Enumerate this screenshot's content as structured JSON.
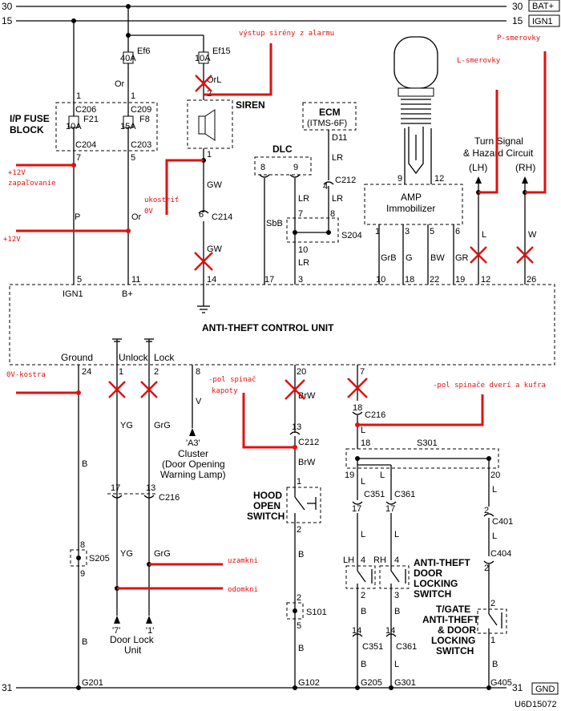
{
  "rails": {
    "left_num_30": "30",
    "left_num_15": "15",
    "right_num_30": "30",
    "right_num_15": "15",
    "bat": "BAT+",
    "ign": "IGN1",
    "gnd_left": "31",
    "gnd_right": "31",
    "gnd_label": "GND"
  },
  "fuses": {
    "ef6": "Ef6",
    "ef6_amp": "40A",
    "ef15": "Ef15",
    "ef15_amp": "10A",
    "f21": "F21",
    "f21_amp": "10A",
    "f8": "F8",
    "f8_amp": "15A",
    "block_line1": "I/P FUSE",
    "block_line2": "BLOCK"
  },
  "connectors": {
    "c206": "C206",
    "c209": "C209",
    "c204": "C204",
    "c203": "C203",
    "c214": "C214",
    "c212a": "C212",
    "c212b": "C212",
    "s204": "S204",
    "c216a": "C216",
    "c216b": "C216",
    "s301": "S301",
    "c351a": "C351",
    "c361a": "C361",
    "c351b": "C351",
    "c361b": "C361",
    "c401": "C401",
    "c404": "C404",
    "s205": "S205",
    "s101": "S101",
    "g201": "G201",
    "g102": "G102",
    "g205": "G205",
    "g301": "G301",
    "g405": "G405"
  },
  "wires": {
    "or1": "Or",
    "orl": "OrL",
    "p": "P",
    "or2": "Or",
    "gw1": "GW",
    "gw2": "GW",
    "sbb": "SbB",
    "lr1": "LR",
    "lr2": "LR",
    "lr3": "LR",
    "lr4": "LR",
    "grb": "GrB",
    "g": "G",
    "bw": "BW",
    "gr": "GR",
    "l": "L",
    "w": "W",
    "b1": "B",
    "b2": "B",
    "yg1": "YG",
    "yg2": "YG",
    "grg1": "GrG",
    "grg2": "GrG",
    "v": "V",
    "brw1": "BrW",
    "brw2": "BrW",
    "b3": "B",
    "b4": "B",
    "l1": "L",
    "l2": "L",
    "l3": "L",
    "l4": "L",
    "l5": "L",
    "l6": "L",
    "l7": "L",
    "l8": "L",
    "b5": "B",
    "b6": "B",
    "b7": "B"
  },
  "pins": {
    "p1": "1",
    "p1b": "1",
    "p7": "7",
    "p5": "5",
    "p2": "2",
    "p1s": "1",
    "p6": "6",
    "ph8": "8",
    "ph9": "9",
    "d11": "D11",
    "p4": "4",
    "p7b": "7",
    "p8b": "8",
    "p10": "10",
    "p9": "9",
    "p12": "12",
    "a1": "1",
    "a3": "3",
    "a5": "5",
    "a6": "6",
    "u5": "5",
    "u11": "11",
    "u14": "14",
    "u17": "17",
    "u3": "3",
    "u10": "10",
    "u18": "18",
    "u22": "22",
    "u19": "19",
    "u12": "12",
    "u26": "26",
    "l24": "24",
    "l1": "1",
    "l2": "2",
    "l8": "8",
    "l20": "20",
    "l7": "7",
    "c13a": "13",
    "c17": "17",
    "c13b": "13",
    "c18a": "18",
    "c18b": "18",
    "c19": "19",
    "c20": "20",
    "c17b": "17",
    "c17c": "17",
    "h1": "1",
    "h2": "2",
    "s8": "8",
    "s9": "9",
    "s101a": "2",
    "s101b": "5",
    "lh4": "4",
    "rh4": "4",
    "lh2": "2",
    "rh3": "3",
    "c14a": "14",
    "c14b": "14",
    "c2a": "2",
    "c2b": "2",
    "c2c": "2",
    "c1": "1"
  },
  "components": {
    "siren": "SIREN",
    "ecm_line1": "ECM",
    "ecm_line2": "(ITMS-6F)",
    "dlc": "DLC",
    "amp_line1": "AMP",
    "amp_line2": "Immobilizer",
    "turn_line1": "Turn Signal",
    "turn_line2": "& Hazard Circuit",
    "lh": "(LH)",
    "rh": "(RH)",
    "unit": "ANTI-THEFT CONTROL UNIT",
    "ground": "Ground",
    "unlock": "Unlock",
    "lock": "Lock",
    "ign1": "IGN1",
    "bplus": "B+",
    "a3": "'A3'",
    "cluster1": "Cluster",
    "cluster2": "(Door Opening",
    "cluster3": "Warning Lamp)",
    "hood1": "HOOD",
    "hood2": "OPEN",
    "hood3": "SWITCH",
    "lh_sw": "LH",
    "rh_sw": "RH",
    "adl1": "ANTI-THEFT",
    "adl2": "DOOR",
    "adl3": "LOCKING",
    "adl4": "SWITCH",
    "tg1": "T/GATE",
    "tg2": "ANTI-THEFT",
    "tg3": "& DOOR",
    "tg4": "LOCKING",
    "tg5": "SWITCH",
    "dl7": "'7'",
    "dl1": "'1'",
    "dlu1": "Door Lock",
    "dlu2": "Unit",
    "code": "U6D15072"
  },
  "annotations": {
    "alarm_out": "výstup sirény z alarmu",
    "p_smer": "P-smerovky",
    "l_smer": "L-smerovky",
    "ign12_1": "+12V",
    "ign12_2": "zapaľovanie",
    "ground_1": "ukostriť",
    "ground_2": "0V",
    "bat12": "+12V",
    "zero_gnd": "0V-kostra",
    "hood_1": "-pol spinač",
    "hood_2": "kapoty",
    "door_1": "-pol spinače dverí a kufra",
    "lock": "uzamkni",
    "unlock": "odomkni"
  },
  "colors": {
    "annotation": "#e21010",
    "wire": "#000000"
  }
}
